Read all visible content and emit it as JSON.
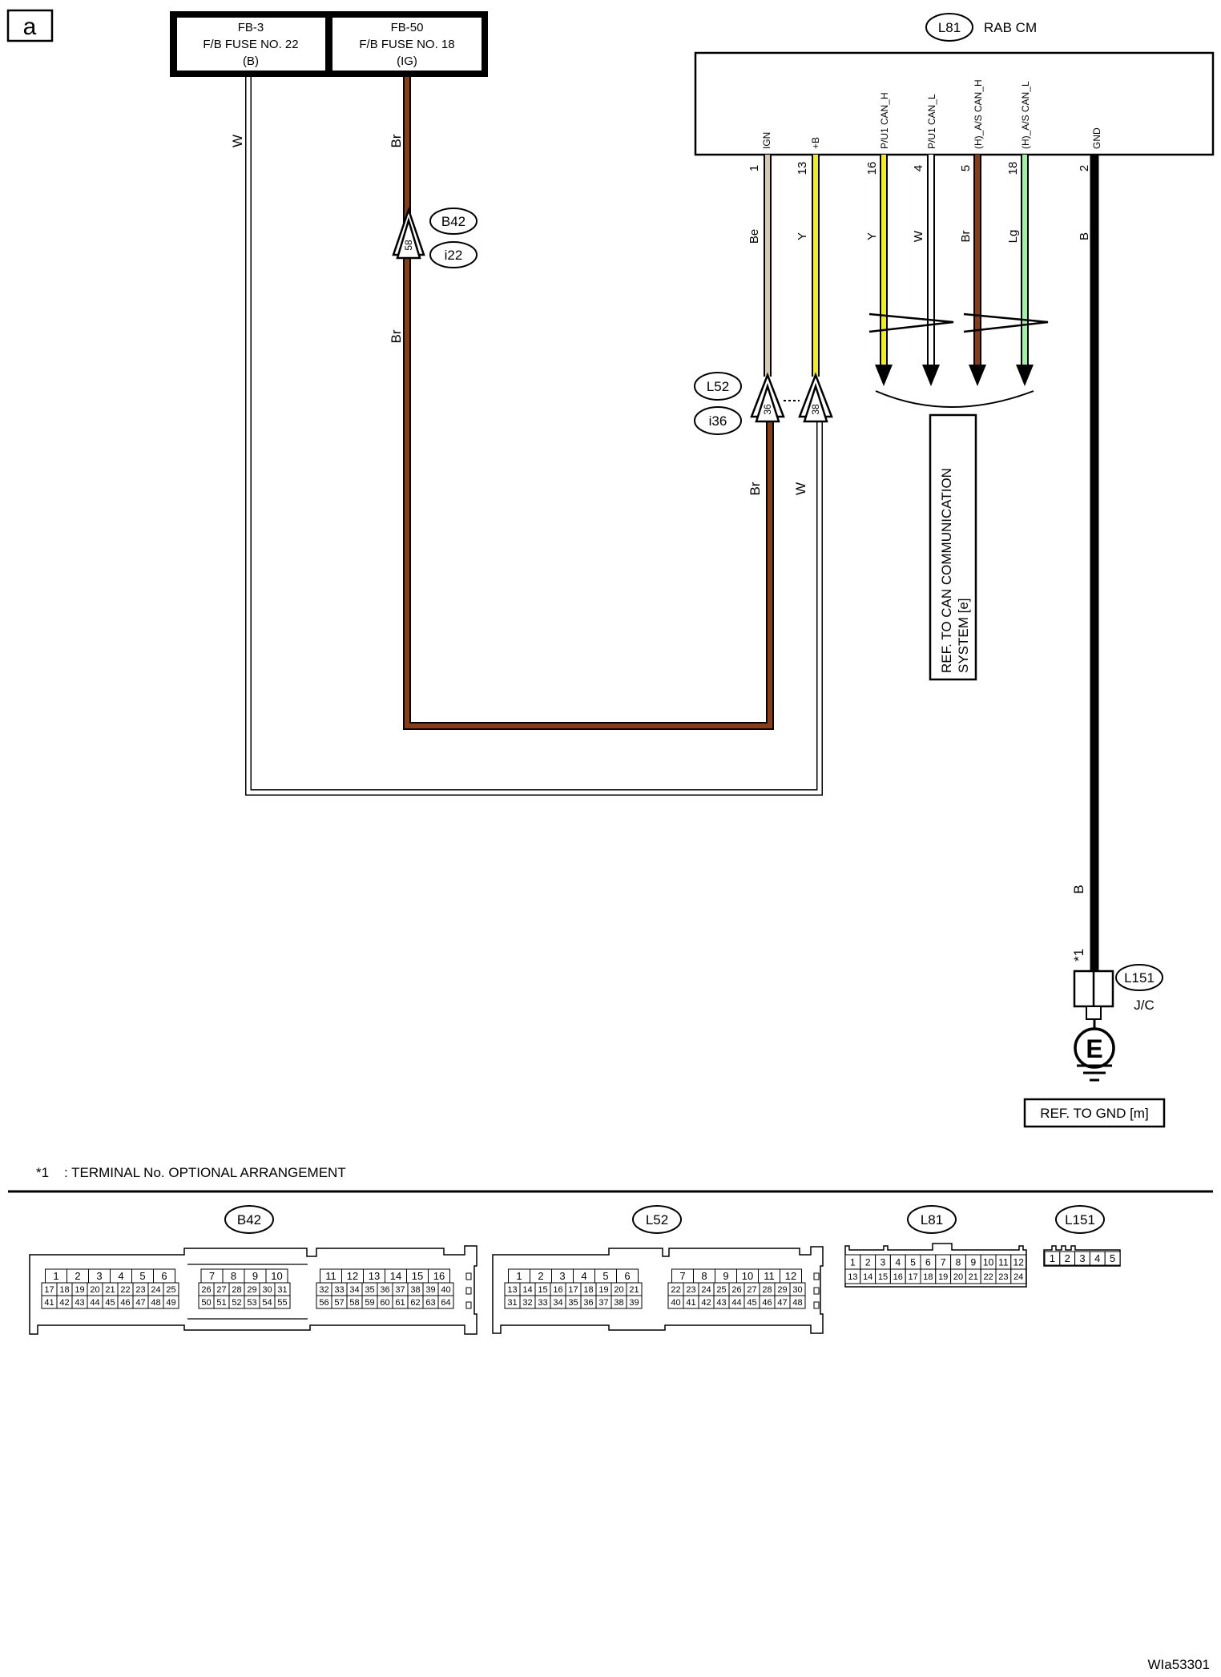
{
  "corner_label": "a",
  "fuse_box": {
    "left": {
      "id": "FB-3",
      "name": "F/B FUSE NO. 22",
      "tag": "(B)"
    },
    "right": {
      "id": "FB-50",
      "name": "F/B FUSE NO. 18",
      "tag": "(IG)"
    }
  },
  "module": {
    "connector": "L81",
    "name": "RAB CM"
  },
  "pins": [
    {
      "name": "IGN",
      "num": "1",
      "color_code": "Be",
      "color": "#d8c8b0"
    },
    {
      "name": "+B",
      "num": "13",
      "color_code": "Y",
      "color": "#f2ee1a"
    },
    {
      "name": "P/U1 CAN_H",
      "num": "16",
      "color_code": "Y",
      "color": "#f2ee1a"
    },
    {
      "name": "P/U1 CAN_L",
      "num": "4",
      "color_code": "W",
      "color": "#ffffff"
    },
    {
      "name": "(H)_A/S CAN_H",
      "num": "5",
      "color_code": "Br",
      "color": "#8a3d12"
    },
    {
      "name": "(H)_A/S CAN_L",
      "num": "18",
      "color_code": "Lg",
      "color": "#9ff2a6"
    },
    {
      "name": "GND",
      "num": "2",
      "color_code": "B",
      "color": "#000000"
    }
  ],
  "wires": {
    "w_label": "W",
    "br_label": "Br",
    "b_label": "B"
  },
  "connectors": {
    "b42": {
      "ids": [
        "B42",
        "i22"
      ],
      "pin": "58"
    },
    "l52": {
      "ids": [
        "L52",
        "i36"
      ],
      "pins": [
        "36",
        "38"
      ]
    }
  },
  "can_ref": [
    "REF. TO CAN COMMUNICATION",
    "SYSTEM [e]"
  ],
  "ground": {
    "star": "*1",
    "connector": "L151",
    "jc": "J/C",
    "symbol": "E",
    "ref": "REF. TO GND [m]"
  },
  "footnote": {
    "star": "*1",
    "text": ": TERMINAL No. OPTIONAL ARRANGEMENT"
  },
  "connector_views": {
    "b42": {
      "label": "B42",
      "groups": [
        {
          "top": [
            "1",
            "2",
            "3",
            "4",
            "5",
            "6"
          ],
          "bottom": [
            "17",
            "18",
            "19",
            "20",
            "21",
            "22",
            "23",
            "24",
            "25"
          ]
        },
        {
          "top": [
            "7",
            "8",
            "9",
            "10"
          ],
          "bottom": [
            "26",
            "27",
            "28",
            "29",
            "30",
            "31"
          ]
        },
        {
          "top": [
            "11",
            "12",
            "13",
            "14",
            "15",
            "16"
          ],
          "bottom": [
            "32",
            "33",
            "34",
            "35",
            "36",
            "37",
            "38",
            "39",
            "40"
          ]
        }
      ],
      "rows3": [
        [
          "41",
          "42",
          "43",
          "44",
          "45",
          "46",
          "47",
          "48",
          "49"
        ],
        [
          "50",
          "51",
          "52",
          "53",
          "54",
          "55"
        ],
        [
          "56",
          "57",
          "58",
          "59",
          "60",
          "61",
          "62",
          "63",
          "64"
        ]
      ]
    },
    "l52": {
      "label": "L52",
      "groups": [
        {
          "top": [
            "1",
            "2",
            "3",
            "4",
            "5",
            "6"
          ],
          "bottom": [
            "13",
            "14",
            "15",
            "16",
            "17",
            "18",
            "19",
            "20",
            "21"
          ]
        },
        {
          "top": [
            "7",
            "8",
            "9",
            "10",
            "11",
            "12"
          ],
          "bottom": [
            "22",
            "23",
            "24",
            "25",
            "26",
            "27",
            "28",
            "29",
            "30"
          ]
        }
      ],
      "rows3": [
        [
          "31",
          "32",
          "33",
          "34",
          "35",
          "36",
          "37",
          "38",
          "39"
        ],
        [
          "40",
          "41",
          "42",
          "43",
          "44",
          "45",
          "46",
          "47",
          "48"
        ]
      ]
    },
    "l81": {
      "label": "L81",
      "top": [
        "1",
        "2",
        "3",
        "4",
        "5",
        "6",
        "7",
        "8",
        "9",
        "10",
        "11",
        "12"
      ],
      "bottom": [
        "13",
        "14",
        "15",
        "16",
        "17",
        "18",
        "19",
        "20",
        "21",
        "22",
        "23",
        "24"
      ]
    },
    "l151": {
      "label": "L151",
      "cells": [
        "1",
        "2",
        "3",
        "4",
        "5"
      ]
    }
  },
  "figure_id": "WIa53301"
}
